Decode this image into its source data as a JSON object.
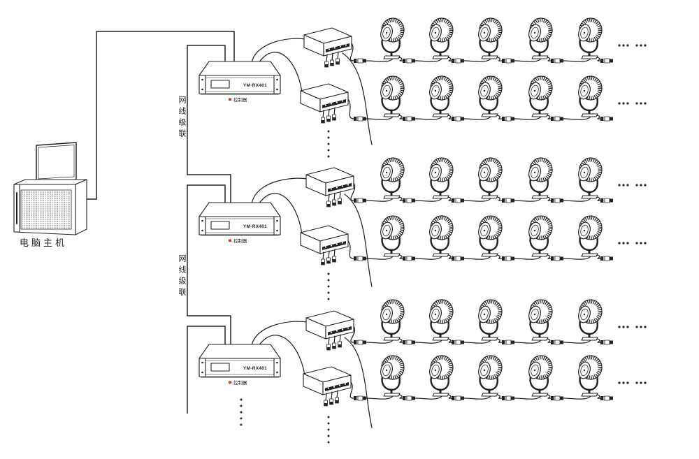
{
  "host": {
    "label": "电脑主机"
  },
  "cascade_label": "网线级联",
  "controllers": [
    {
      "model": "YM-RX401",
      "caption": "控制器"
    },
    {
      "model": "YM-RX401",
      "caption": "控制器"
    },
    {
      "model": "YM-RX401",
      "caption": "控制器"
    }
  ],
  "colors": {
    "line": "#222222",
    "caption_mark": "#c0392b",
    "background": "#ffffff"
  }
}
